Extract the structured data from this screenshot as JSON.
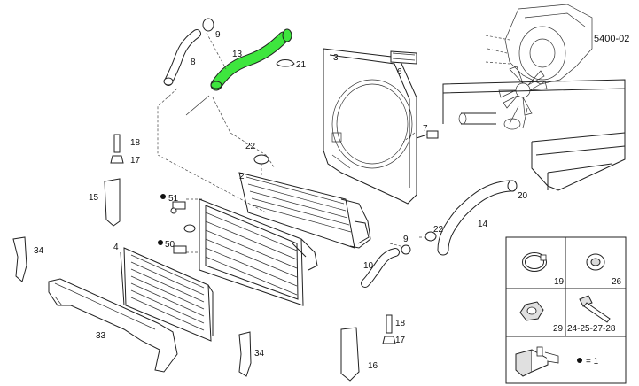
{
  "diagram": {
    "code": "5400-02",
    "callouts": {
      "c2": "2",
      "c3": "3",
      "c4": "4",
      "c6": "6",
      "c7": "7",
      "c8": "8",
      "c9a": "9",
      "c9b": "9",
      "c10": "10",
      "c13": "13",
      "c14": "14",
      "c15": "15",
      "c16": "16",
      "c17a": "17",
      "c17b": "17",
      "c18a": "18",
      "c18b": "18",
      "c20": "20",
      "c21": "21",
      "c22a": "22",
      "c22b": "22",
      "c33": "33",
      "c34a": "34",
      "c34b": "34",
      "c50": "50",
      "c51": "51"
    },
    "legend": {
      "l19": "19",
      "l26": "26",
      "l29": "29",
      "l24": "24-25-27-28",
      "l1": "= 1"
    },
    "highlight_color": "#3ee63e"
  }
}
